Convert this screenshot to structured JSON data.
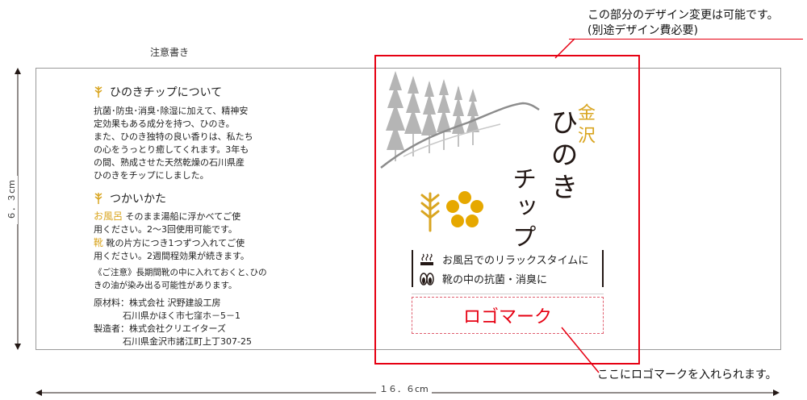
{
  "annotations": {
    "top_line1": "この部分のデザイン変更は可能です。",
    "top_line2": "(別途デザイン費必要)",
    "bottom": "ここにロゴマークを入れられます。"
  },
  "caution_label": "注意書き",
  "dimensions": {
    "width": "１６．６cm",
    "height": "６．３cm"
  },
  "left_panel": {
    "about_title": "ひのきチップについて",
    "about_lines": [
      "抗菌･防虫･消臭･除湿に加えて、精神安",
      "定効果もある成分を持つ、ひのき。",
      "また、ひのき独特の良い香りは、私たち",
      "の心をうっとり癒してくれます。3年も",
      "の間、熟成させた天然乾燥の石川県産",
      "ひのきをチップにしました。"
    ],
    "usage_title": "つかいかた",
    "bath_label": "お風呂",
    "bath_line1": " そのまま湯船に浮かべてご使",
    "bath_line2": "用ください。2～3回使用可能です。",
    "shoe_label": "靴",
    "shoe_line1": " 靴の片方につき1つずつ入れてご使",
    "shoe_line2": "用ください。2週間程効果が続きます。",
    "note_line1": "《ご注意》長期間靴の中に入れておくと､ひの",
    "note_line2": "きの油が染み出る可能性があります。",
    "material_label": "原材料：",
    "material_company": "株式会社 沢野建設工房",
    "material_address": "石川県かほく市七窪ホ－5－1",
    "maker_label": "製造者：",
    "maker_company": "株式会社クリエイターズ",
    "maker_address": "石川県金沢市諸江町上丁307-25"
  },
  "product": {
    "region": "金沢",
    "name_top": "ひのき",
    "name_bottom": "チップ",
    "usage1": "お風呂でのリラックスタイムに",
    "usage2": "靴の中の抗菌・消臭に",
    "logo_placeholder": "ロゴマーク"
  },
  "colors": {
    "gold": "#d9a520",
    "red": "#e60012",
    "tree_gray": "#a8a8a8"
  }
}
